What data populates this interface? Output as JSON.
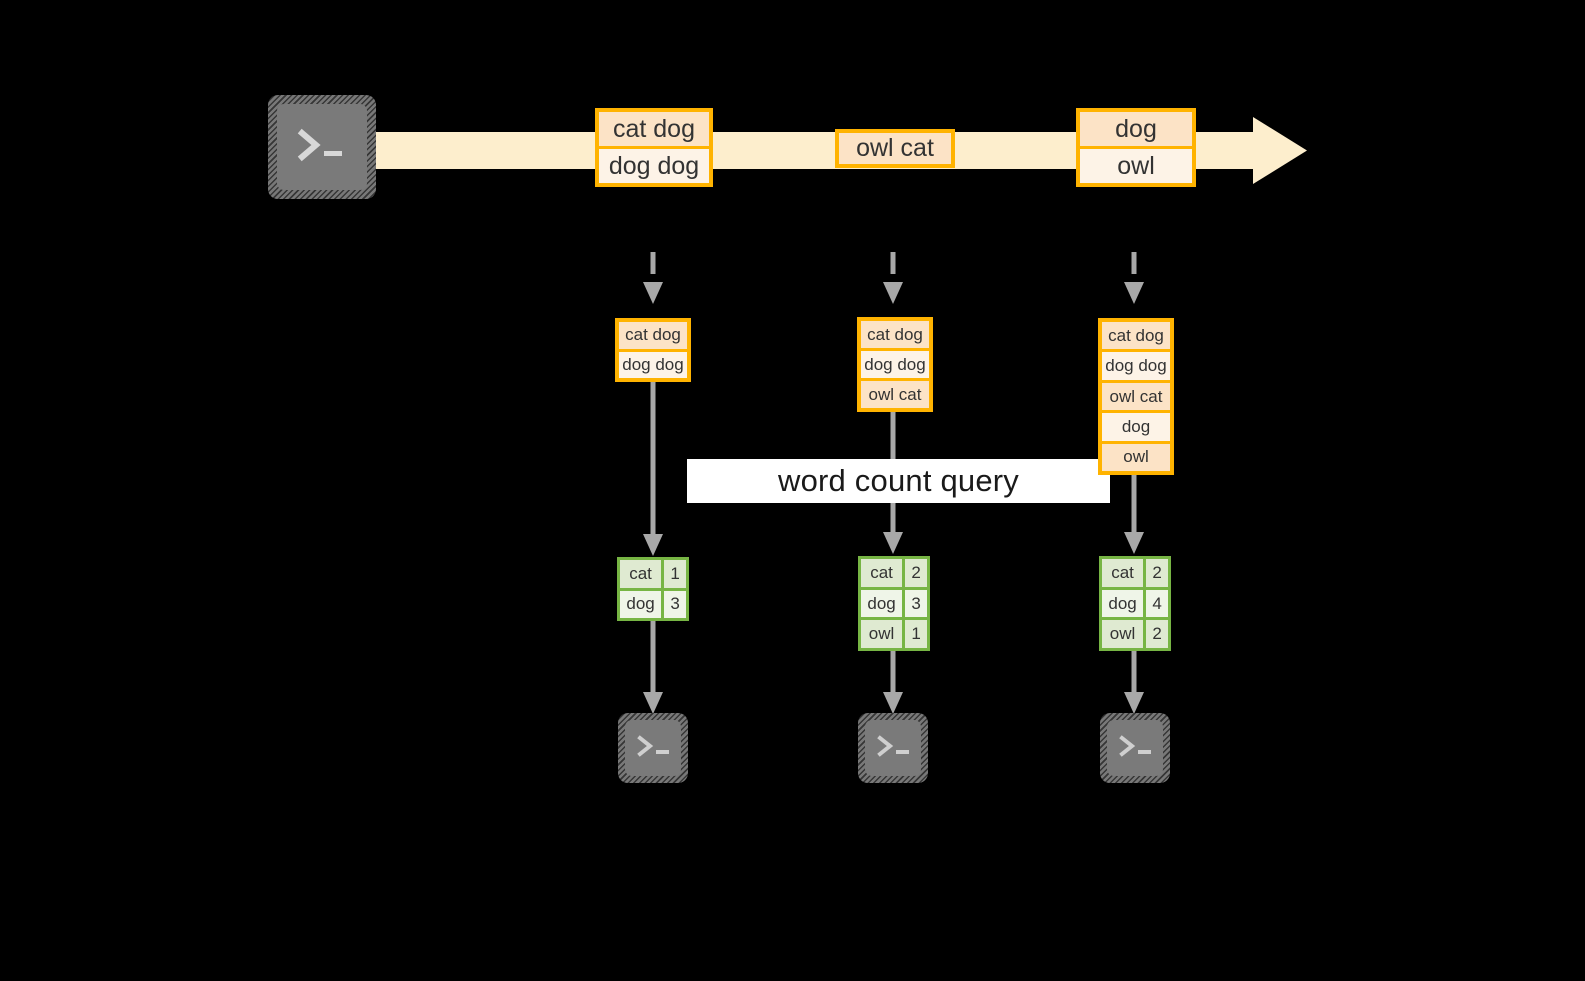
{
  "diagram": {
    "title_banner": {
      "label": "word count query"
    },
    "stream": {
      "source_icon": "terminal-icon",
      "arrow_color": "#fdeecd",
      "box_border_color": "#ffb300",
      "events": [
        {
          "lines": [
            "cat dog",
            "dog dog"
          ]
        },
        {
          "lines": [
            "owl cat"
          ]
        },
        {
          "lines": [
            "dog",
            "owl"
          ]
        }
      ]
    },
    "columns": [
      {
        "accumulated": {
          "lines": [
            "cat dog",
            "dog dog"
          ]
        },
        "result": {
          "rows": [
            {
              "word": "cat",
              "count": "1"
            },
            {
              "word": "dog",
              "count": "3"
            }
          ]
        },
        "sink_icon": "terminal-icon"
      },
      {
        "accumulated": {
          "lines": [
            "cat dog",
            "dog dog",
            "owl cat"
          ]
        },
        "result": {
          "rows": [
            {
              "word": "cat",
              "count": "2"
            },
            {
              "word": "dog",
              "count": "3"
            },
            {
              "word": "owl",
              "count": "1"
            }
          ]
        },
        "sink_icon": "terminal-icon"
      },
      {
        "accumulated": {
          "lines": [
            "cat dog",
            "dog dog",
            "owl cat",
            "dog",
            "owl"
          ]
        },
        "result": {
          "rows": [
            {
              "word": "cat",
              "count": "2"
            },
            {
              "word": "dog",
              "count": "4"
            },
            {
              "word": "owl",
              "count": "2"
            }
          ]
        },
        "sink_icon": "terminal-icon"
      }
    ],
    "colors": {
      "background": "#000000",
      "stream_fill": "#fdeecd",
      "event_border": "#ffb300",
      "event_fill_shade": "#fce3c6",
      "event_fill_plain": "#fdf3e7",
      "result_border": "#77b544",
      "result_fill_shade": "#dfead1",
      "result_fill_plain": "#eff5e8",
      "connector": "#a8a8a8",
      "terminal_fill": "#787878",
      "banner_fill": "#ffffff"
    }
  }
}
